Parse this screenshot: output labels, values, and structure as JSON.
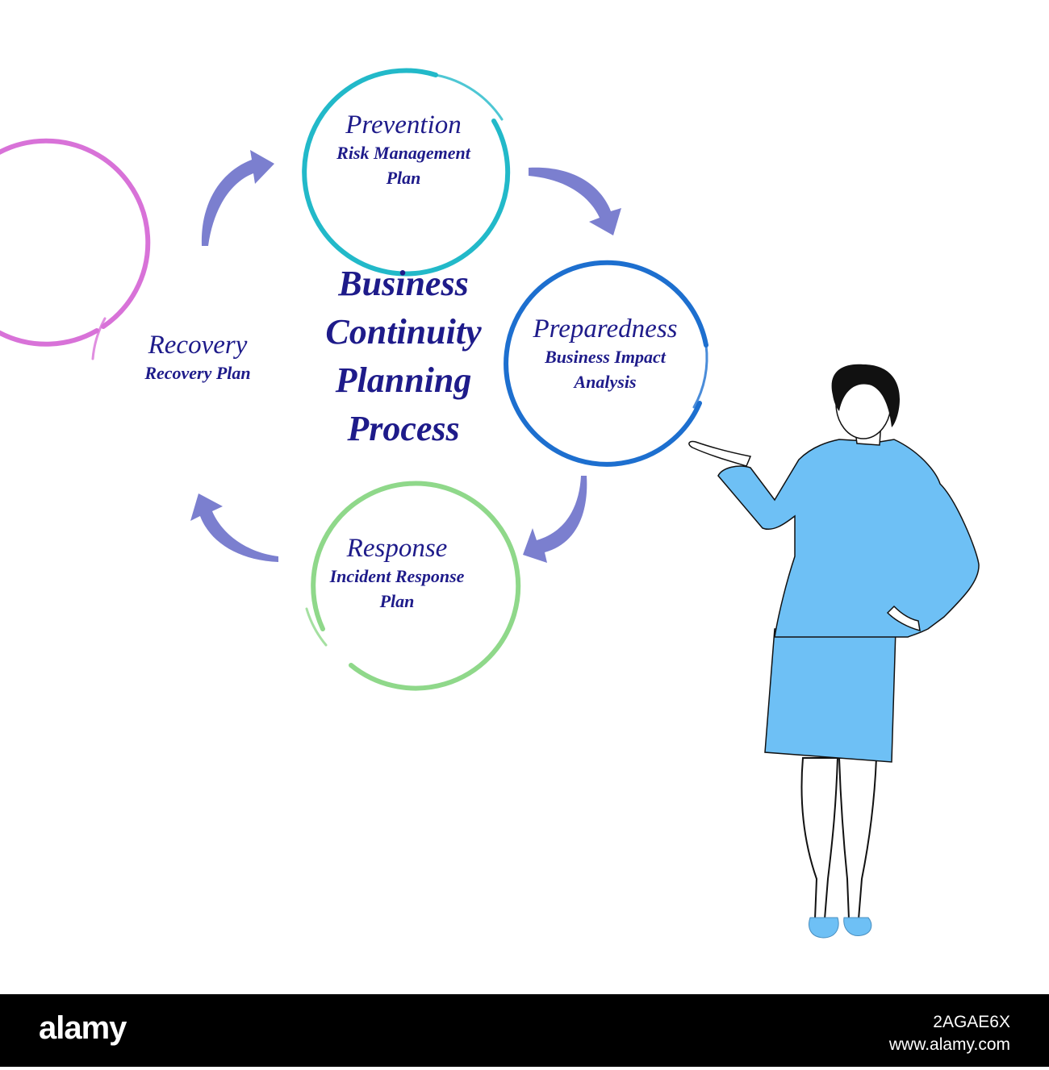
{
  "diagram": {
    "title_lines": [
      "Business",
      "Continuity",
      "Planning",
      "Process"
    ],
    "nodes": [
      {
        "id": "prevention",
        "title": "Prevention",
        "subtitle": [
          "Risk Management",
          "Plan"
        ],
        "color": "#22b9c9"
      },
      {
        "id": "preparedness",
        "title": "Preparedness",
        "subtitle": [
          "Business Impact",
          "Analysis"
        ],
        "color": "#1d6fcf"
      },
      {
        "id": "response",
        "title": "Response",
        "subtitle": [
          "Incident Response",
          "Plan"
        ],
        "color": "#8fd88a"
      },
      {
        "id": "recovery",
        "title": "Recovery",
        "subtitle": [
          "Recovery Plan"
        ],
        "color": "#d872d8"
      }
    ],
    "arrow_color": "#7b7fcf",
    "flow": [
      "prevention",
      "preparedness",
      "response",
      "recovery",
      "prevention"
    ]
  },
  "presenter": {
    "outfit_color": "#6ec0f5",
    "hair_color": "#111111"
  },
  "footer": {
    "brand": "alamy",
    "stock_id": "2AGAE6X",
    "site": "www.alamy.com",
    "background": "#000000"
  }
}
